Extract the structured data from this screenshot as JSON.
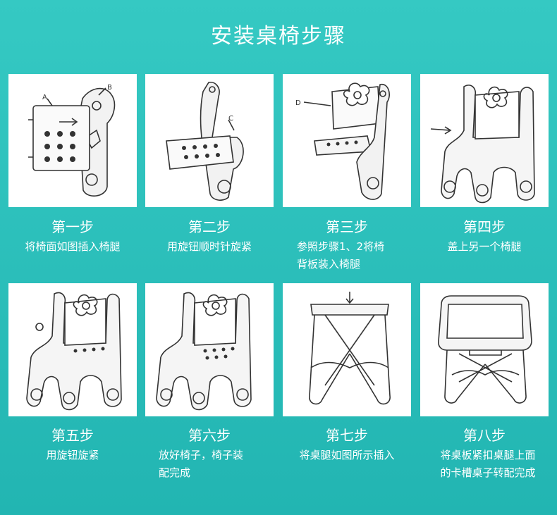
{
  "page": {
    "title": "安装桌椅步骤",
    "colors": {
      "background_top": "#35c9c3",
      "background_bottom": "#22b5b2",
      "card": "#ffffff",
      "line": "#333333"
    }
  },
  "steps": [
    {
      "title": "第一步",
      "desc_lines": [
        "将椅面如图插入椅腿"
      ],
      "labels": [
        "A",
        "B"
      ]
    },
    {
      "title": "第二步",
      "desc_lines": [
        "用旋钮顺时针旋紧"
      ],
      "labels": [
        "C"
      ]
    },
    {
      "title": "第三步",
      "desc_lines": [
        "参照步骤1、2将椅",
        "背板装入椅腿"
      ],
      "labels": [
        "D"
      ]
    },
    {
      "title": "第四步",
      "desc_lines": [
        "盖上另一个椅腿"
      ],
      "labels": []
    },
    {
      "title": "第五步",
      "desc_lines": [
        "用旋钮旋紧"
      ],
      "labels": []
    },
    {
      "title": "第六步",
      "desc_lines": [
        "放好椅子，椅子装",
        "配完成"
      ],
      "labels": []
    },
    {
      "title": "第七步",
      "desc_lines": [
        "将桌腿如图所示插入"
      ],
      "labels": []
    },
    {
      "title": "第八步",
      "desc_lines": [
        "将桌板紧扣桌腿上面",
        "的卡槽桌子转配完成"
      ],
      "labels": []
    }
  ]
}
